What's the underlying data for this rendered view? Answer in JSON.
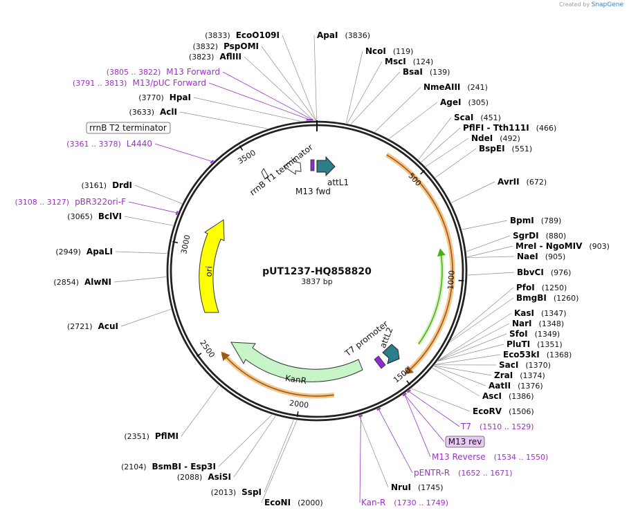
{
  "plasmid": {
    "name": "pUT1237-HQ858820",
    "size_label": "3837 bp",
    "length": 3837
  },
  "credit": {
    "prefix": "Created by",
    "brand": "SnapGene"
  },
  "ticks": [
    "500",
    "1000",
    "1500",
    "2000",
    "2500",
    "3000",
    "3500"
  ],
  "colors": {
    "enzyme": "#000000",
    "primer": "#9b30c8",
    "orange_ring": "#f2b566",
    "orange_arrow": "#8a4a10",
    "green_arrow": "#4caf1a",
    "ori": "#ffff00",
    "kanr": "#c8f5c8",
    "teal": "#2a7f8a",
    "purple": "#8e2bd1"
  },
  "enzymes": [
    {
      "name": "EcoO109I",
      "pos": "(3833)",
      "site": 3833
    },
    {
      "name": "PspOMI",
      "pos": "(3832)",
      "site": 3832
    },
    {
      "name": "AflIII",
      "pos": "(3823)",
      "site": 3823
    },
    {
      "name": "ApaI",
      "pos": "(3836)",
      "site": 3836
    },
    {
      "name": "NcoI",
      "pos": "(119)",
      "site": 119
    },
    {
      "name": "MscI",
      "pos": "(124)",
      "site": 124
    },
    {
      "name": "BsaI",
      "pos": "(139)",
      "site": 139
    },
    {
      "name": "NmeAIII",
      "pos": "(241)",
      "site": 241
    },
    {
      "name": "AgeI",
      "pos": "(305)",
      "site": 305
    },
    {
      "name": "ScaI",
      "pos": "(451)",
      "site": 451
    },
    {
      "name": "PflFI - Tth111I",
      "pos": "(466)",
      "site": 466
    },
    {
      "name": "NdeI",
      "pos": "(492)",
      "site": 492
    },
    {
      "name": "BspEI",
      "pos": "(551)",
      "site": 551
    },
    {
      "name": "AvrII",
      "pos": "(672)",
      "site": 672
    },
    {
      "name": "BpmI",
      "pos": "(789)",
      "site": 789
    },
    {
      "name": "SgrDI",
      "pos": "(880)",
      "site": 880
    },
    {
      "name": "MreI - NgoMIV",
      "pos": "(903)",
      "site": 903
    },
    {
      "name": "NaeI",
      "pos": "(905)",
      "site": 905
    },
    {
      "name": "BbvCI",
      "pos": "(976)",
      "site": 976
    },
    {
      "name": "PfoI",
      "pos": "(1250)",
      "site": 1250
    },
    {
      "name": "BmgBI",
      "pos": "(1260)",
      "site": 1260
    },
    {
      "name": "KasI",
      "pos": "(1347)",
      "site": 1347
    },
    {
      "name": "NarI",
      "pos": "(1348)",
      "site": 1348
    },
    {
      "name": "SfoI",
      "pos": "(1349)",
      "site": 1349
    },
    {
      "name": "PluTI",
      "pos": "(1351)",
      "site": 1351
    },
    {
      "name": "Eco53kI",
      "pos": "(1368)",
      "site": 1368
    },
    {
      "name": "SacI",
      "pos": "(1370)",
      "site": 1370
    },
    {
      "name": "ZraI",
      "pos": "(1374)",
      "site": 1374
    },
    {
      "name": "AatII",
      "pos": "(1376)",
      "site": 1376
    },
    {
      "name": "AscI",
      "pos": "(1386)",
      "site": 1386
    },
    {
      "name": "EcoRV",
      "pos": "(1506)",
      "site": 1506
    },
    {
      "name": "NruI",
      "pos": "(1745)",
      "site": 1745
    },
    {
      "name": "EcoNI",
      "pos": "(2000)",
      "site": 2000
    },
    {
      "name": "SspI",
      "pos": "(2013)",
      "site": 2013
    },
    {
      "name": "AsiSI",
      "pos": "(2088)",
      "site": 2088
    },
    {
      "name": "BsmBI - Esp3I",
      "pos": "(2104)",
      "site": 2104
    },
    {
      "name": "PflMI",
      "pos": "(2351)",
      "site": 2351
    },
    {
      "name": "AcuI",
      "pos": "(2721)",
      "site": 2721
    },
    {
      "name": "AlwNI",
      "pos": "(2854)",
      "site": 2854
    },
    {
      "name": "ApaLI",
      "pos": "(2949)",
      "site": 2949
    },
    {
      "name": "BclVI",
      "pos": "(3065)",
      "site": 3065
    },
    {
      "name": "DrdI",
      "pos": "(3161)",
      "site": 3161
    },
    {
      "name": "AclI",
      "pos": "(3633)",
      "site": 3633
    },
    {
      "name": "HpaI",
      "pos": "(3770)",
      "site": 3770
    }
  ],
  "primers": [
    {
      "name": "M13 Forward",
      "pos": "(3805 .. 3822)",
      "site": 3813
    },
    {
      "name": "M13/pUC Forward",
      "pos": "(3791 .. 3813)",
      "site": 3802
    },
    {
      "name": "L4440",
      "pos": "(3361 .. 3378)",
      "site": 3370
    },
    {
      "name": "pBR322ori-F",
      "pos": "(3108 .. 3127)",
      "site": 3118
    },
    {
      "name": "T7",
      "pos": "(1510 .. 1529)",
      "site": 1520
    },
    {
      "name": "M13 rev",
      "pos": "",
      "site": 1542
    },
    {
      "name": "M13 Reverse",
      "pos": "(1534 .. 1550)",
      "site": 1542
    },
    {
      "name": "pENTR-R",
      "pos": "(1652 .. 1671)",
      "site": 1662
    },
    {
      "name": "Kan-R",
      "pos": "(1730 .. 1749)",
      "site": 1740
    }
  ],
  "features": {
    "rrnb_t2": "rrnB T2 terminator",
    "rrnb_t1": "rrnB T1 terminator",
    "attl1": "attL1",
    "m13fwd": "M13 fwd",
    "ori": "ori",
    "kanr": "KanR",
    "t7promoter": "T7 promoter",
    "attl2": "attL2"
  }
}
